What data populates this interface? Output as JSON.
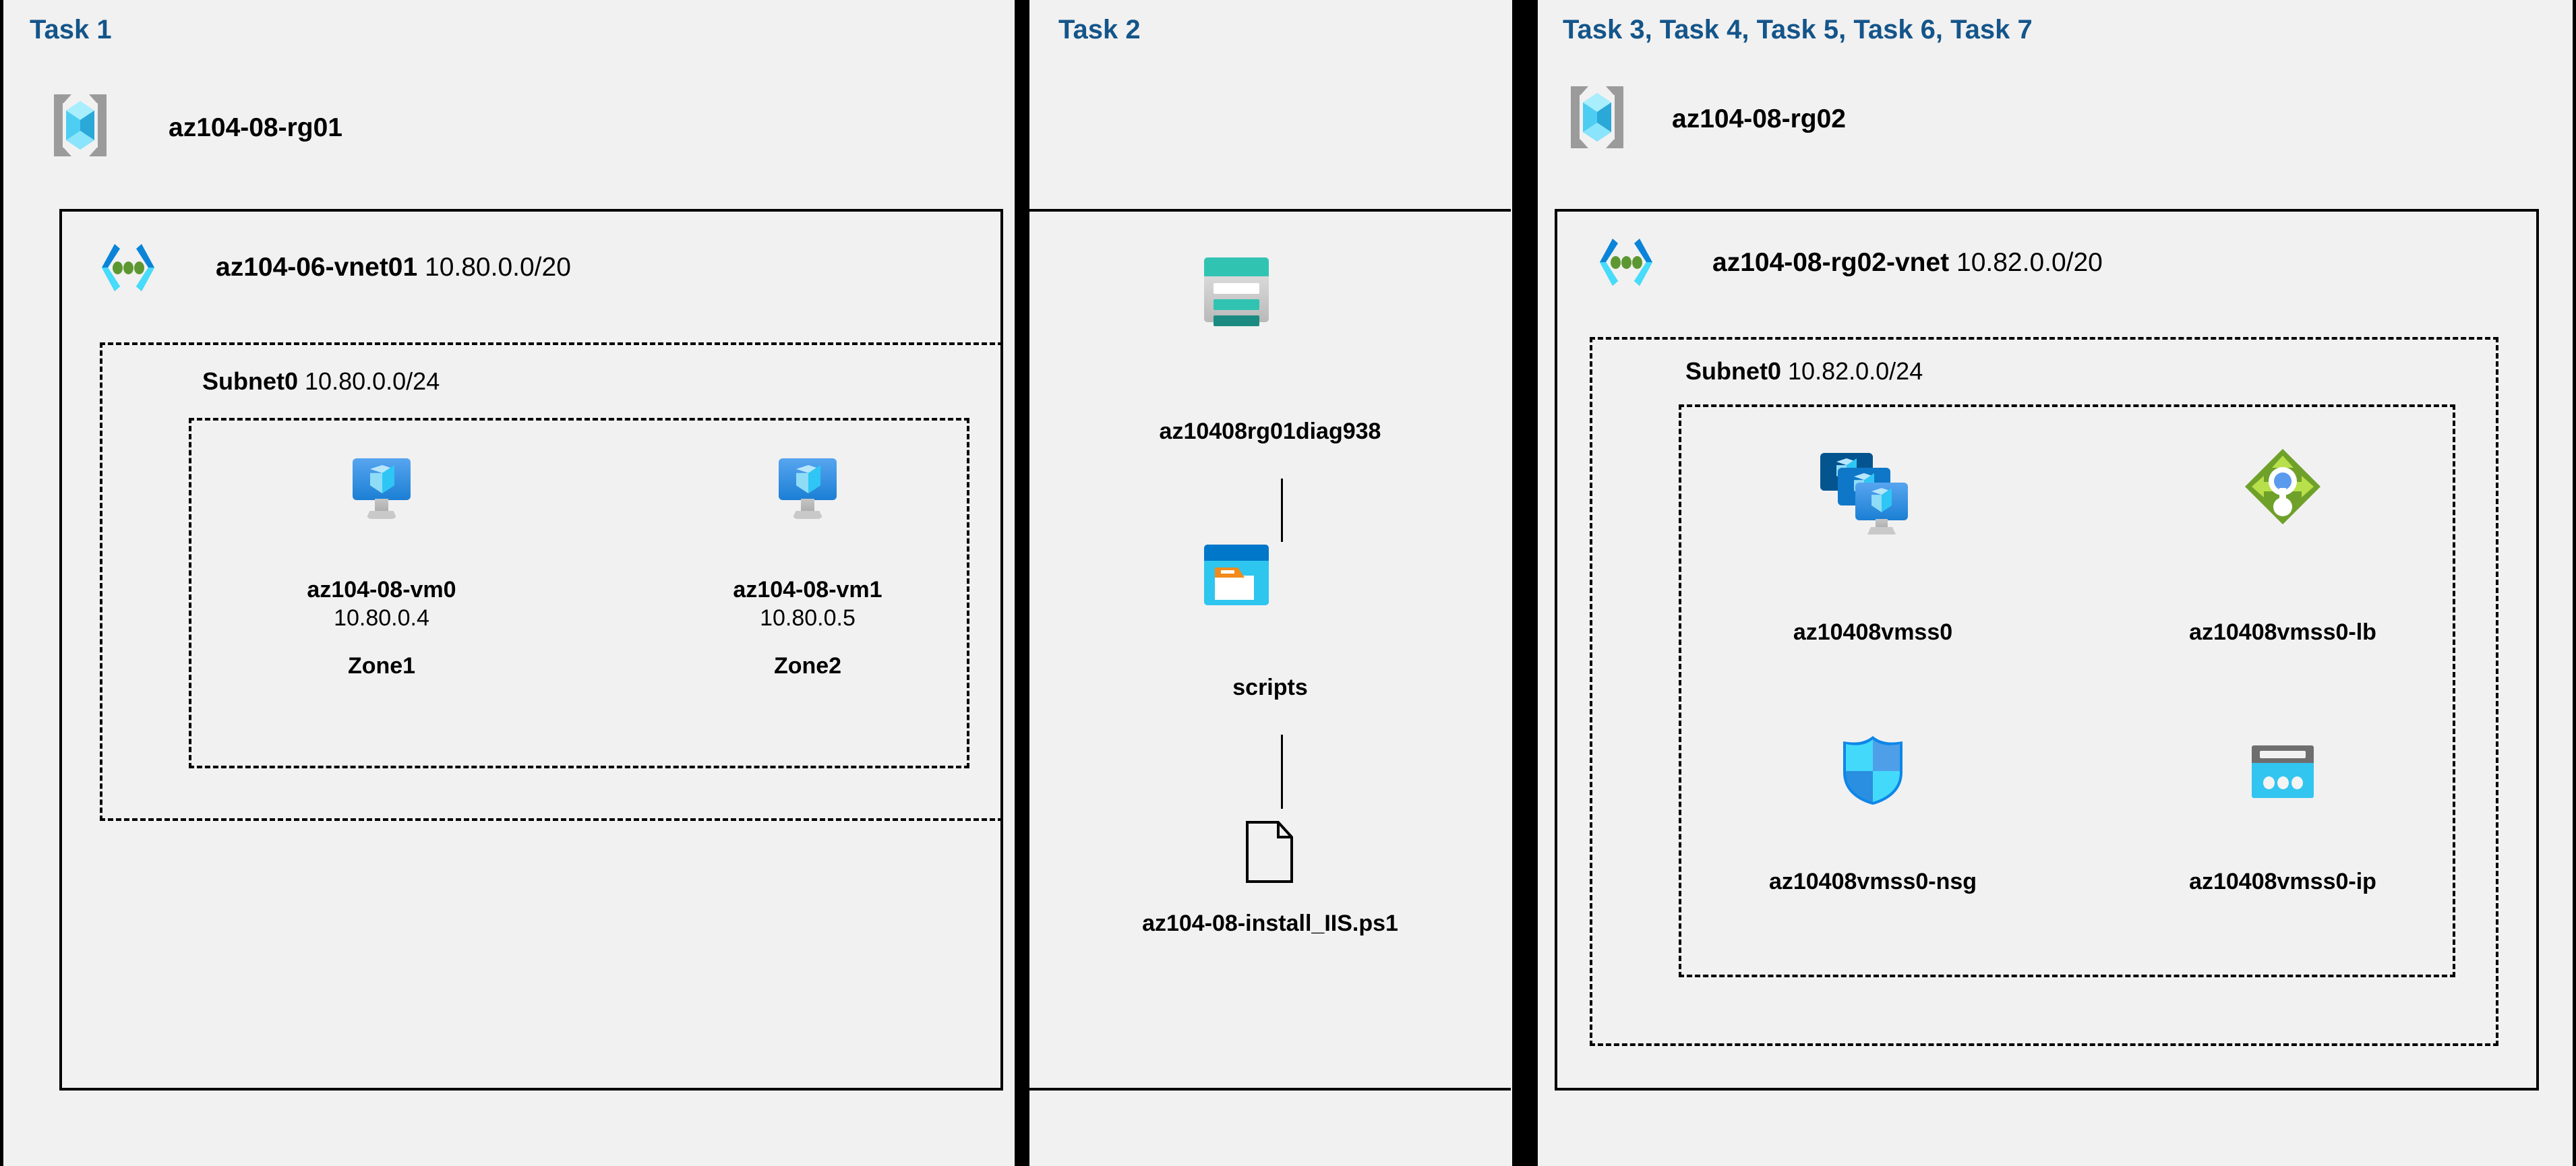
{
  "diagram": {
    "title": "Azure AZ-104-08 lab architecture",
    "background": "#f1f1f1",
    "accent_title_color": "#14558a"
  },
  "columns": [
    {
      "id": "col1",
      "header": "Task 1",
      "resource_group": {
        "name": "az104-08-rg01",
        "icon": "resource-group-icon"
      },
      "vnet": {
        "name": "az104-06-vnet01",
        "cidr": "10.80.0.0/20",
        "icon": "virtual-network-icon"
      },
      "subnet": {
        "name": "Subnet0",
        "cidr": "10.80.0.0/24"
      },
      "vms": [
        {
          "name": "az104-08-vm0",
          "ip": "10.80.0.4",
          "zone": "Zone1",
          "icon": "virtual-machine-icon"
        },
        {
          "name": "az104-08-vm1",
          "ip": "10.80.0.5",
          "zone": "Zone2",
          "icon": "virtual-machine-icon"
        }
      ]
    },
    {
      "id": "col2",
      "header": "Task 2",
      "nodes": [
        {
          "name": "az10408rg01diag938",
          "icon": "storage-account-icon"
        },
        {
          "name": "scripts",
          "icon": "blob-container-icon"
        },
        {
          "name": "az104-08-install_IIS.ps1",
          "icon": "file-icon"
        }
      ]
    },
    {
      "id": "col3",
      "header": "Task 3, Task 4, Task 5, Task 6, Task 7",
      "resource_group": {
        "name": "az104-08-rg02",
        "icon": "resource-group-icon"
      },
      "vnet": {
        "name": "az104-08-rg02-vnet",
        "cidr": "10.82.0.0/20",
        "icon": "virtual-network-icon"
      },
      "subnet": {
        "name": "Subnet0",
        "cidr": "10.82.0.0/24"
      },
      "resources": [
        {
          "name": "az10408vmss0",
          "icon": "vm-scale-set-icon"
        },
        {
          "name": "az10408vmss0-lb",
          "icon": "load-balancer-icon"
        },
        {
          "name": "az10408vmss0-nsg",
          "icon": "network-security-group-icon"
        },
        {
          "name": "az10408vmss0-ip",
          "icon": "public-ip-address-icon"
        }
      ]
    }
  ],
  "colors": {
    "title_blue": "#14558a",
    "azure_blue": "#0078d4",
    "cyan": "#32c5ef",
    "teal": "#31c3b2",
    "green": "#5d9732",
    "lb_green": "#6fa12a",
    "orange": "#f28a1c",
    "grey": "#9b9b9b",
    "black": "#000000"
  }
}
